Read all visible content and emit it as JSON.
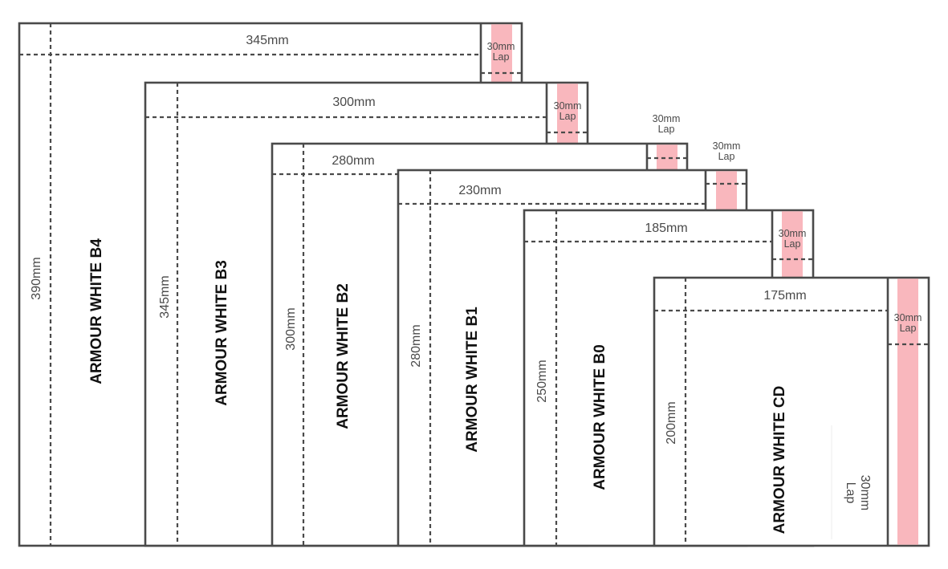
{
  "colors": {
    "outline": "#4a4a4a",
    "lap": "#f9b7bd",
    "name_text": "#111111"
  },
  "lap": {
    "line1": "30mm",
    "line2": "Lap"
  },
  "envelopes": [
    {
      "name": "ARMOUR WHITE B4",
      "width": "345mm",
      "height": "390mm"
    },
    {
      "name": "ARMOUR WHITE B3",
      "width": "300mm",
      "height": "345mm"
    },
    {
      "name": "ARMOUR WHITE B2",
      "width": "280mm",
      "height": "300mm"
    },
    {
      "name": "ARMOUR WHITE B1",
      "width": "230mm",
      "height": "280mm"
    },
    {
      "name": "ARMOUR WHITE B0",
      "width": "185mm",
      "height": "250mm"
    },
    {
      "name": "ARMOUR WHITE CD",
      "width": "175mm",
      "height": "200mm"
    }
  ]
}
